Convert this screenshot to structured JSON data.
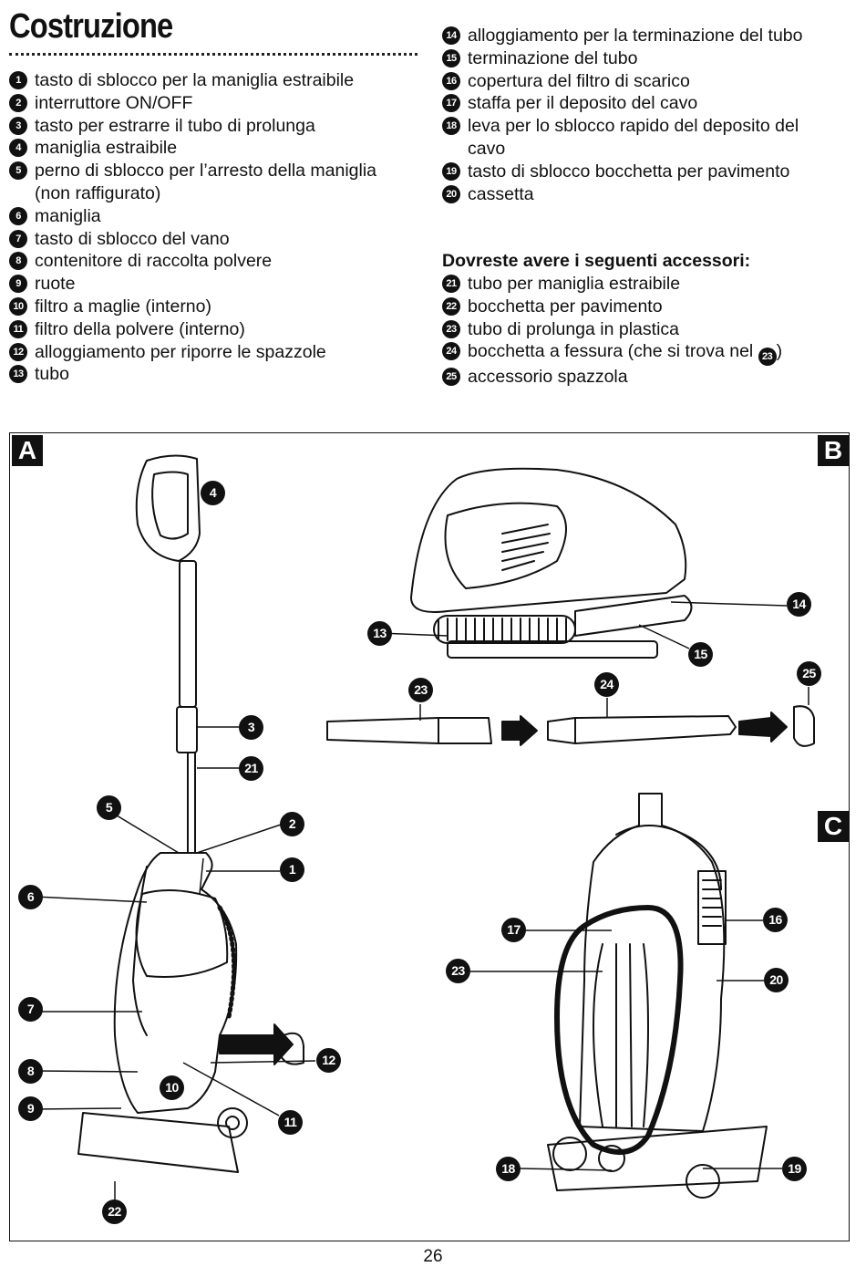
{
  "title": "Costruzione",
  "parts_left": [
    {
      "n": "1",
      "text": "tasto di sblocco per la maniglia estraibile"
    },
    {
      "n": "2",
      "text": "interruttore ON/OFF"
    },
    {
      "n": "3",
      "text": "tasto per estrarre il tubo di prolunga"
    },
    {
      "n": "4",
      "text": "maniglia estraibile"
    },
    {
      "n": "5",
      "text": "perno di sblocco per l’arresto della maniglia"
    },
    {
      "n": "",
      "text": "(non raffigurato)"
    },
    {
      "n": "6",
      "text": "maniglia"
    },
    {
      "n": "7",
      "text": "tasto di sblocco del vano"
    },
    {
      "n": "8",
      "text": "contenitore di raccolta polvere"
    },
    {
      "n": "9",
      "text": "ruote"
    },
    {
      "n": "10",
      "text": "filtro a maglie (interno)"
    },
    {
      "n": "11",
      "text": "filtro della polvere (interno)"
    },
    {
      "n": "12",
      "text": "alloggiamento per riporre le spazzole"
    },
    {
      "n": "13",
      "text": "tubo"
    }
  ],
  "parts_right": [
    {
      "n": "14",
      "text": "alloggiamento per la terminazione del tubo"
    },
    {
      "n": "15",
      "text": "terminazione del tubo"
    },
    {
      "n": "16",
      "text": "copertura del filtro di scarico"
    },
    {
      "n": "17",
      "text": "staffa per il deposito del cavo"
    },
    {
      "n": "18",
      "text": "leva per lo sblocco rapido del deposito del"
    },
    {
      "n": "",
      "text": "cavo"
    },
    {
      "n": "19",
      "text": "tasto di sblocco bocchetta per pavimento"
    },
    {
      "n": "20",
      "text": "cassetta"
    }
  ],
  "accessories_heading": "Dovreste avere i seguenti accessori:",
  "accessories": [
    {
      "n": "21",
      "text": "tubo per maniglia estraibile"
    },
    {
      "n": "22",
      "text": "bocchetta per pavimento"
    },
    {
      "n": "23",
      "text": "tubo di prolunga in plastica"
    },
    {
      "n": "24",
      "text": "bocchetta a fessura (che si trova nel",
      "ref": "23",
      "tail": ")"
    },
    {
      "n": "25",
      "text": "accessorio spazzola"
    }
  ],
  "panels": {
    "a": "A",
    "b": "B",
    "c": "C"
  },
  "callouts": {
    "c1": "1",
    "c2": "2",
    "c3": "3",
    "c4": "4",
    "c5": "5",
    "c6": "6",
    "c7": "7",
    "c8": "8",
    "c9": "9",
    "c10": "10",
    "c11": "11",
    "c12": "12",
    "c13": "13",
    "c14": "14",
    "c15": "15",
    "c16": "16",
    "c17": "17",
    "c18": "18",
    "c19": "19",
    "c20": "20",
    "c21": "21",
    "c22": "22",
    "c23a": "23",
    "c23b": "23",
    "c24": "24",
    "c25": "25"
  },
  "page_number": "26"
}
